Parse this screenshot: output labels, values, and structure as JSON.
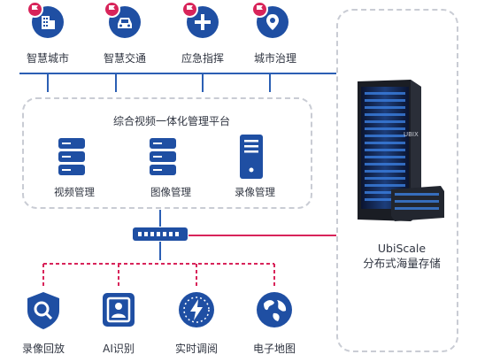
{
  "top_apps": [
    {
      "label": "智慧城市",
      "icon": "building-icon"
    },
    {
      "label": "智慧交通",
      "icon": "car-icon"
    },
    {
      "label": "应急指挥",
      "icon": "plus-icon"
    },
    {
      "label": "城市治理",
      "icon": "map-pin-icon"
    }
  ],
  "platform": {
    "title": "综合视频一体化管理平台",
    "modules": [
      {
        "label": "视频管理",
        "icon": "server-icon"
      },
      {
        "label": "图像管理",
        "icon": "server-icon"
      },
      {
        "label": "录像管理",
        "icon": "tower-server-icon"
      }
    ]
  },
  "bottom_apps": [
    {
      "label": "录像回放",
      "icon": "shield-search-icon"
    },
    {
      "label": "AI识别",
      "icon": "face-id-icon"
    },
    {
      "label": "实时调阅",
      "icon": "lightning-compass-icon"
    },
    {
      "label": "电子地图",
      "icon": "globe-icon"
    }
  ],
  "storage": {
    "line1": "UbiScale",
    "line2": "分布式海量存储",
    "brand": "UBIX"
  },
  "colors": {
    "primary": "#1f4fa3",
    "accent": "#d8245a",
    "bus": "#2b5fb4",
    "dashed": "#c9ccd4"
  }
}
